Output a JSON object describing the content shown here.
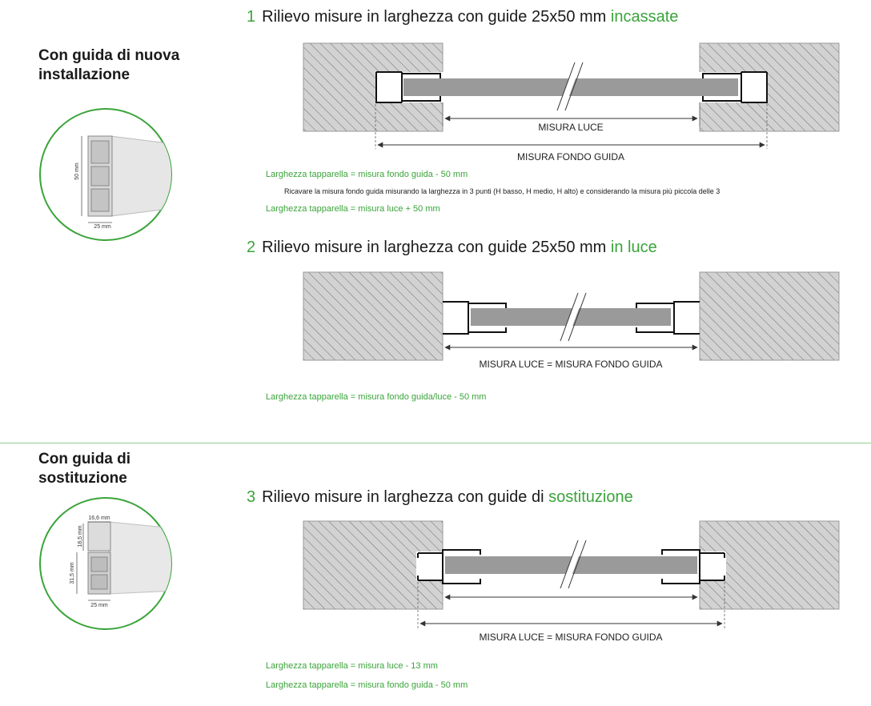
{
  "sections": {
    "new_install": {
      "title_line1": "Con guida di nuova",
      "title_line2": "installazione",
      "dim_height": "50 mm",
      "dim_width": "25 mm"
    },
    "replacement": {
      "title_line1": "Con guida di",
      "title_line2": "sostituzione",
      "dim_top": "16,6 mm",
      "dim_upper": "18,5 mm",
      "dim_lower": "31,5 mm",
      "dim_width": "25 mm"
    }
  },
  "diagram1": {
    "number": "1",
    "title_text": "Rilievo misure in larghezza con guide 25x50 mm",
    "title_highlight": "incassate",
    "label_inner": "MISURA LUCE",
    "label_outer": "MISURA FONDO GUIDA",
    "formula1": "Larghezza tapparella = misura fondo guida - 50 mm",
    "note": "Ricavare la misura fondo guida misurando la larghezza in 3 punti (H basso, H medio, H alto) e considerando la misura più piccola delle 3",
    "formula2": "Larghezza tapparella = misura luce + 50 mm"
  },
  "diagram2": {
    "number": "2",
    "title_text": "Rilievo misure in larghezza con guide 25x50 mm",
    "title_highlight": "in luce",
    "label": "MISURA LUCE = MISURA FONDO GUIDA",
    "formula": "Larghezza tapparella = misura fondo guida/luce - 50 mm"
  },
  "diagram3": {
    "number": "3",
    "title_text": "Rilievo misure in larghezza con guide di",
    "title_highlight": "sostituzione",
    "label": "MISURA LUCE = MISURA FONDO GUIDA",
    "formula1": "Larghezza tapparella = misura luce - 13 mm",
    "formula2": "Larghezza tapparella = misura fondo guida - 50 mm"
  },
  "colors": {
    "accent": "#3aa43a",
    "wall": "#cfcfcf",
    "slat": "#9a9a9a",
    "divider": "#8fcf8f"
  }
}
